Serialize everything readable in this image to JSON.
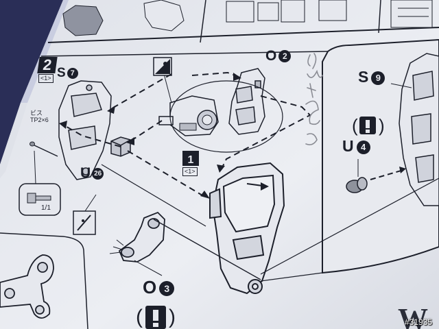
{
  "image": {
    "subject": "Photo of a plastic model kit instruction sheet showing assembly step 2",
    "palette": {
      "paper": "#e6e8ee",
      "ink": "#1c1f2a",
      "shadow": "#c9ccd6",
      "table": "#3d4048",
      "handwriting": "#8a8c94"
    }
  },
  "step": {
    "number": "2",
    "sub": "<1>"
  },
  "labels": {
    "s7": {
      "letter": "S",
      "num": "7"
    },
    "o2": {
      "letter": "O",
      "num": "2"
    },
    "u26": {
      "letter": "U",
      "num": "26"
    },
    "s9": {
      "letter": "S",
      "num": "9"
    },
    "u4": {
      "letter": "U",
      "num": "4"
    },
    "o3": {
      "letter": "O",
      "num": "3"
    },
    "screw_line1": "ビス",
    "screw_line2": "TP2×6",
    "screw_qty": "1/1",
    "sub_step_number": "1",
    "sub_step_tag": "<1>",
    "next_heading_partial": "W"
  },
  "handwriting": "切る",
  "watermark": "#31935"
}
